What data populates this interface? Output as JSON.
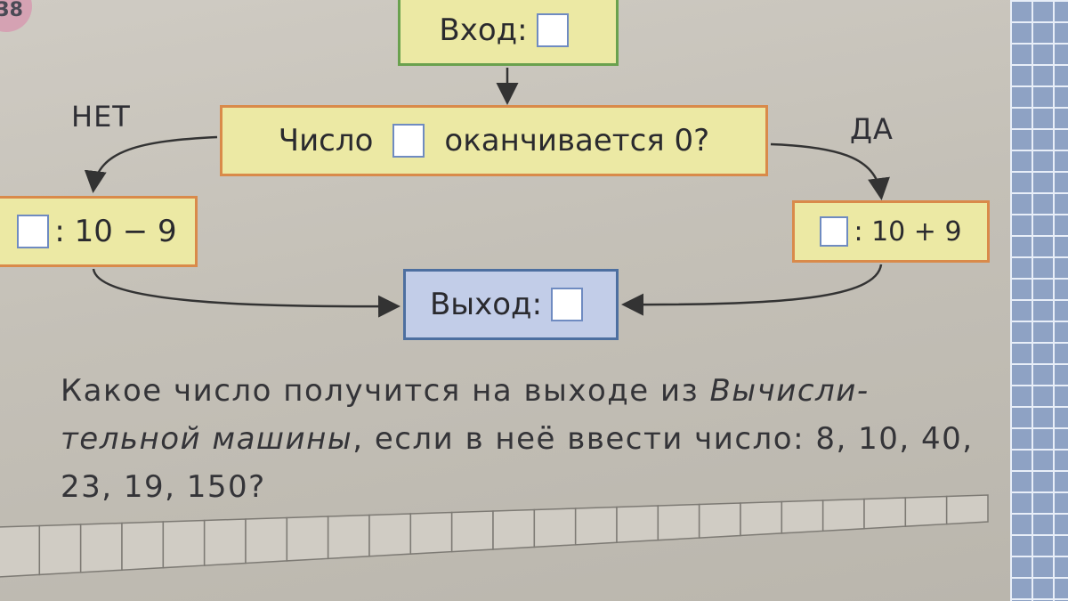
{
  "page_number": "38",
  "flowchart": {
    "input": {
      "label": "Вход:"
    },
    "condition": {
      "before": "Число",
      "after": "оканчивается 0?"
    },
    "branch_no": {
      "label": "НЕТ",
      "operation": ": 10 − 9"
    },
    "branch_yes": {
      "label": "ДА",
      "operation": ": 10 + 9"
    },
    "output": {
      "label": "Выход:"
    }
  },
  "question": {
    "text_1": "Какое число получится на выходе из ",
    "italic_1": "Вычисли-",
    "italic_2": "тельной машины",
    "text_2": ", если в неё ввести число: 8, 10, 40, 23, 19, 150?"
  },
  "colors": {
    "box_fill": "#ece9a4",
    "input_border": "#6aa14e",
    "box_border": "#d98a4a",
    "output_fill": "#c2cde8",
    "output_border": "#4d6fa0",
    "grid_paper": "#8ea2c4"
  }
}
